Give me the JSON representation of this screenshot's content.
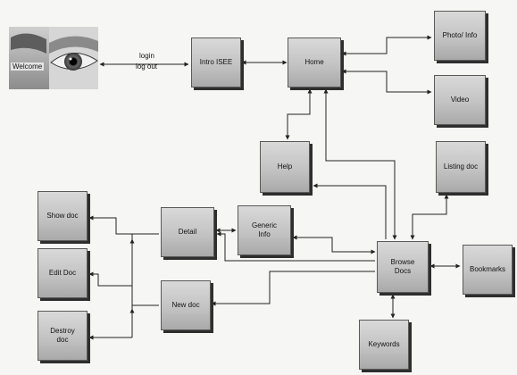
{
  "welcome": {
    "caption": "Welcome"
  },
  "login_links": {
    "login": "login",
    "logout": "log out"
  },
  "nodes": {
    "intro": "Intro ISEE",
    "home": "Home",
    "photo_info": "Photo/ Info",
    "video": "Video",
    "help": "Help",
    "listing_doc": "Listing doc",
    "show_doc": "Show doc",
    "edit_doc": "Edit Doc",
    "destroy_doc": "Destroy\ndoc",
    "detail": "Detail",
    "generic_info": "Generic\nInfo",
    "new_doc": "New doc",
    "browse_docs": "Browse\nDocs",
    "bookmarks": "Bookmarks",
    "keywords": "Keywords"
  },
  "colors": {
    "line": "#222222",
    "node_border": "#5a5a5a",
    "shadow": "#2e2e2e"
  }
}
